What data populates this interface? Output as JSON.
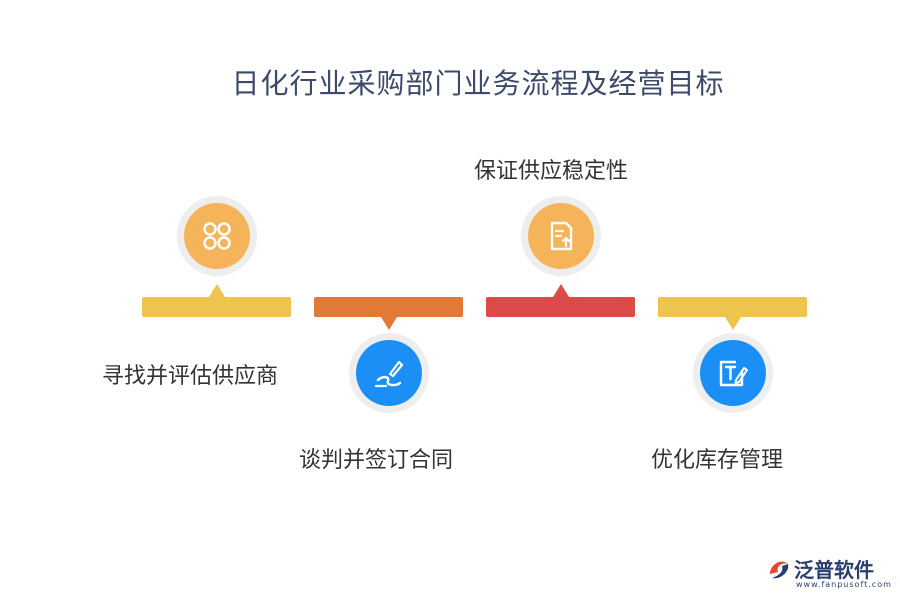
{
  "title": "日化行业采购部门业务流程及经营目标",
  "steps": [
    {
      "label": "寻找并评估供应商",
      "icon": "grid-circles-icon",
      "color": "#f5b35a",
      "bar_color": "#ecc44f"
    },
    {
      "label": "谈判并签订合同",
      "icon": "signature-pen-icon",
      "color": "#1b8ff5",
      "bar_color": "#e07a36"
    },
    {
      "label": "保证供应稳定性",
      "icon": "document-upload-icon",
      "color": "#f5b35a",
      "bar_color": "#dc4a4a"
    },
    {
      "label": "优化库存管理",
      "icon": "text-edit-icon",
      "color": "#1b8ff5",
      "bar_color": "#ecc44f"
    }
  ],
  "brand": {
    "name": "泛普软件",
    "url": "www.fanpusoft.com"
  }
}
